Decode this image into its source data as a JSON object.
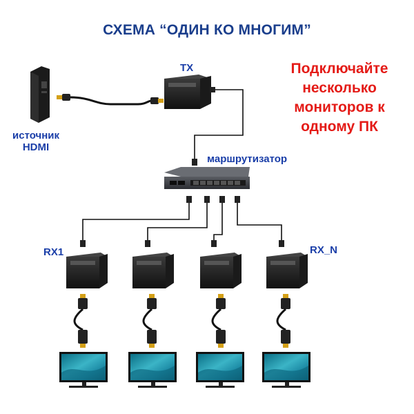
{
  "title": "СХЕМА “ОДИН КО МНОГИМ”",
  "labels": {
    "tx": "TX",
    "router": "маршрутизатор",
    "source_line1": "источник",
    "source_line2": "HDMI",
    "rx1": "RX1",
    "rxn": "RX_N"
  },
  "note": {
    "line1": "Подключайте",
    "line2": "несколько",
    "line3": "мониторов к",
    "line4": "одному ПК"
  },
  "colors": {
    "title": "#1a3e8c",
    "label": "#1a3ea8",
    "note": "#e41b17",
    "hdmi_connector": "#d4a017"
  }
}
